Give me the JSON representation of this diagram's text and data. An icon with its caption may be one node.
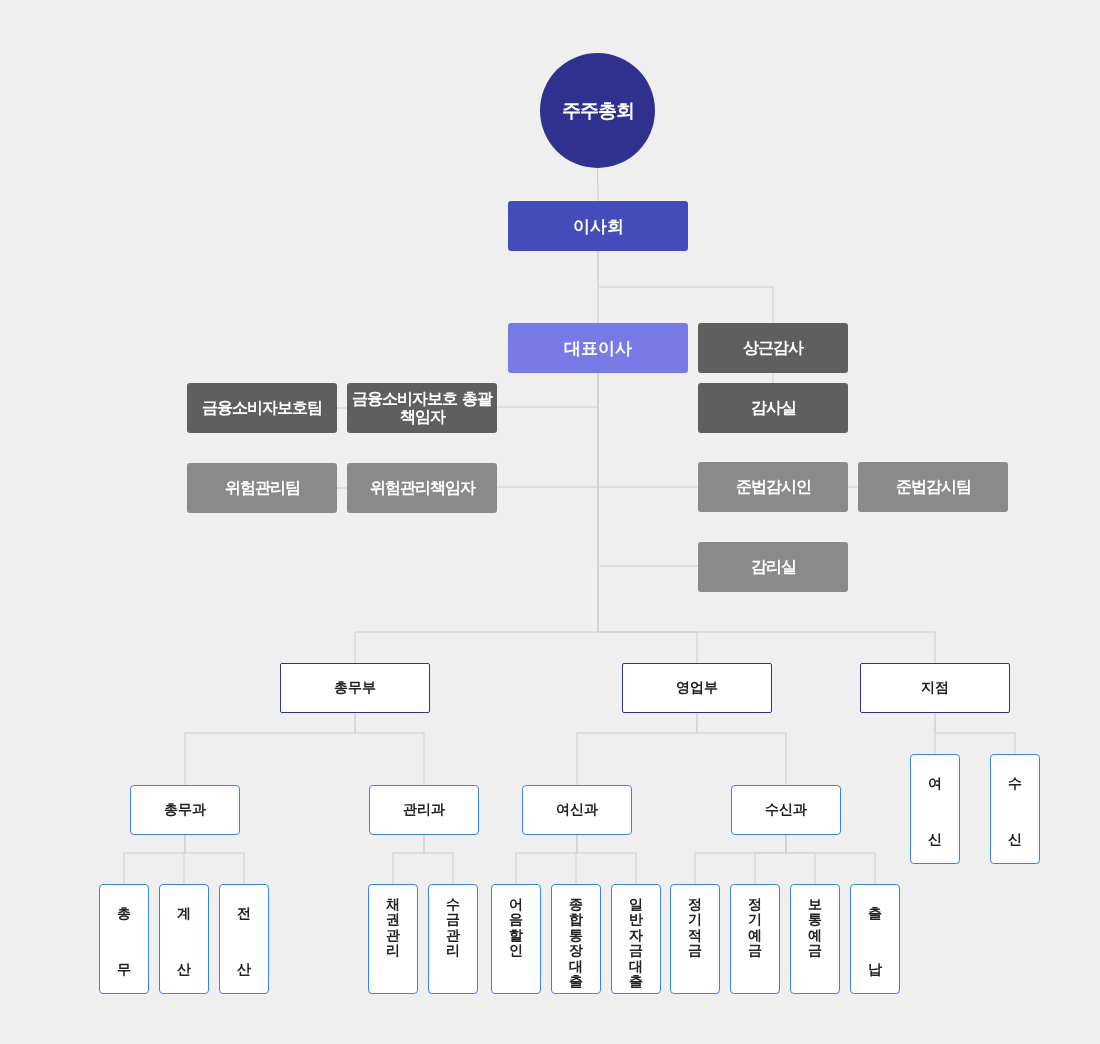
{
  "diagram": {
    "nodes": [
      {
        "text": [
          "주주총회"
        ]
      },
      {
        "text": [
          "이사회"
        ]
      },
      {
        "text": [
          "대표이사"
        ]
      },
      {
        "text": [
          "상근감사"
        ]
      },
      {
        "text": [
          "금융소비자보호팀"
        ]
      },
      {
        "text": [
          "금융소비자보호 총괄책임자"
        ]
      },
      {
        "text": [
          "감사실"
        ]
      },
      {
        "text": [
          "위험관리팀"
        ]
      },
      {
        "text": [
          "위험관리책임자"
        ]
      },
      {
        "text": [
          "준법감시인"
        ]
      },
      {
        "text": [
          "준법감시팀"
        ]
      },
      {
        "text": [
          "감리실"
        ]
      },
      {
        "text": [
          "총무부"
        ]
      },
      {
        "text": [
          "영업부"
        ]
      },
      {
        "text": [
          "지점"
        ]
      },
      {
        "text": [
          "총무과"
        ]
      },
      {
        "text": [
          "관리과"
        ]
      },
      {
        "text": [
          "여신과"
        ]
      },
      {
        "text": [
          "수신과"
        ]
      },
      {
        "text": [
          "여신"
        ]
      },
      {
        "text": [
          "수신"
        ]
      },
      {
        "text": [
          "총무"
        ]
      },
      {
        "text": [
          "계산"
        ]
      },
      {
        "text": [
          "전산"
        ]
      },
      {
        "text": [
          "채권관리"
        ]
      },
      {
        "text": [
          "수금관리"
        ]
      },
      {
        "text": [
          "어음할인"
        ]
      },
      {
        "text": [
          "종합통장대출"
        ]
      },
      {
        "text": [
          "일반자금대출"
        ]
      },
      {
        "text": [
          "정기적금"
        ]
      },
      {
        "text": [
          "정기예금"
        ]
      },
      {
        "text": [
          "보통예금"
        ]
      },
      {
        "text": [
          "출납"
        ]
      }
    ],
    "edges": [
      {
        "from": 0,
        "to": 1,
        "arrow": "none"
      },
      {
        "from": 1,
        "to": 2,
        "arrow": "none"
      },
      {
        "from": 1,
        "to": 3,
        "arrow": "none"
      },
      {
        "from": 3,
        "to": 6,
        "arrow": "none"
      },
      {
        "from": 2,
        "to": 5,
        "arrow": "none"
      },
      {
        "from": 5,
        "to": 4,
        "arrow": "none"
      },
      {
        "from": 2,
        "to": 8,
        "arrow": "none"
      },
      {
        "from": 8,
        "to": 7,
        "arrow": "none"
      },
      {
        "from": 2,
        "to": 9,
        "arrow": "none"
      },
      {
        "from": 9,
        "to": 10,
        "arrow": "none"
      },
      {
        "from": 2,
        "to": 11,
        "arrow": "none"
      },
      {
        "from": 2,
        "to": 12,
        "arrow": "none"
      },
      {
        "from": 2,
        "to": 13,
        "arrow": "none"
      },
      {
        "from": 2,
        "to": 14,
        "arrow": "none"
      },
      {
        "from": 12,
        "to": 15,
        "arrow": "none"
      },
      {
        "from": 12,
        "to": 16,
        "arrow": "none"
      },
      {
        "from": 13,
        "to": 17,
        "arrow": "none"
      },
      {
        "from": 13,
        "to": 18,
        "arrow": "none"
      },
      {
        "from": 14,
        "to": 19,
        "arrow": "none"
      },
      {
        "from": 14,
        "to": 20,
        "arrow": "none"
      },
      {
        "from": 15,
        "to": 21,
        "arrow": "none"
      },
      {
        "from": 15,
        "to": 22,
        "arrow": "none"
      },
      {
        "from": 15,
        "to": 23,
        "arrow": "none"
      },
      {
        "from": 16,
        "to": 24,
        "arrow": "none"
      },
      {
        "from": 16,
        "to": 25,
        "arrow": "none"
      },
      {
        "from": 17,
        "to": 26,
        "arrow": "none"
      },
      {
        "from": 17,
        "to": 27,
        "arrow": "none"
      },
      {
        "from": 17,
        "to": 28,
        "arrow": "none"
      },
      {
        "from": 18,
        "to": 29,
        "arrow": "none"
      },
      {
        "from": 18,
        "to": 30,
        "arrow": "none"
      },
      {
        "from": 18,
        "to": 31,
        "arrow": "none"
      },
      {
        "from": 18,
        "to": 32,
        "arrow": "none"
      }
    ]
  }
}
